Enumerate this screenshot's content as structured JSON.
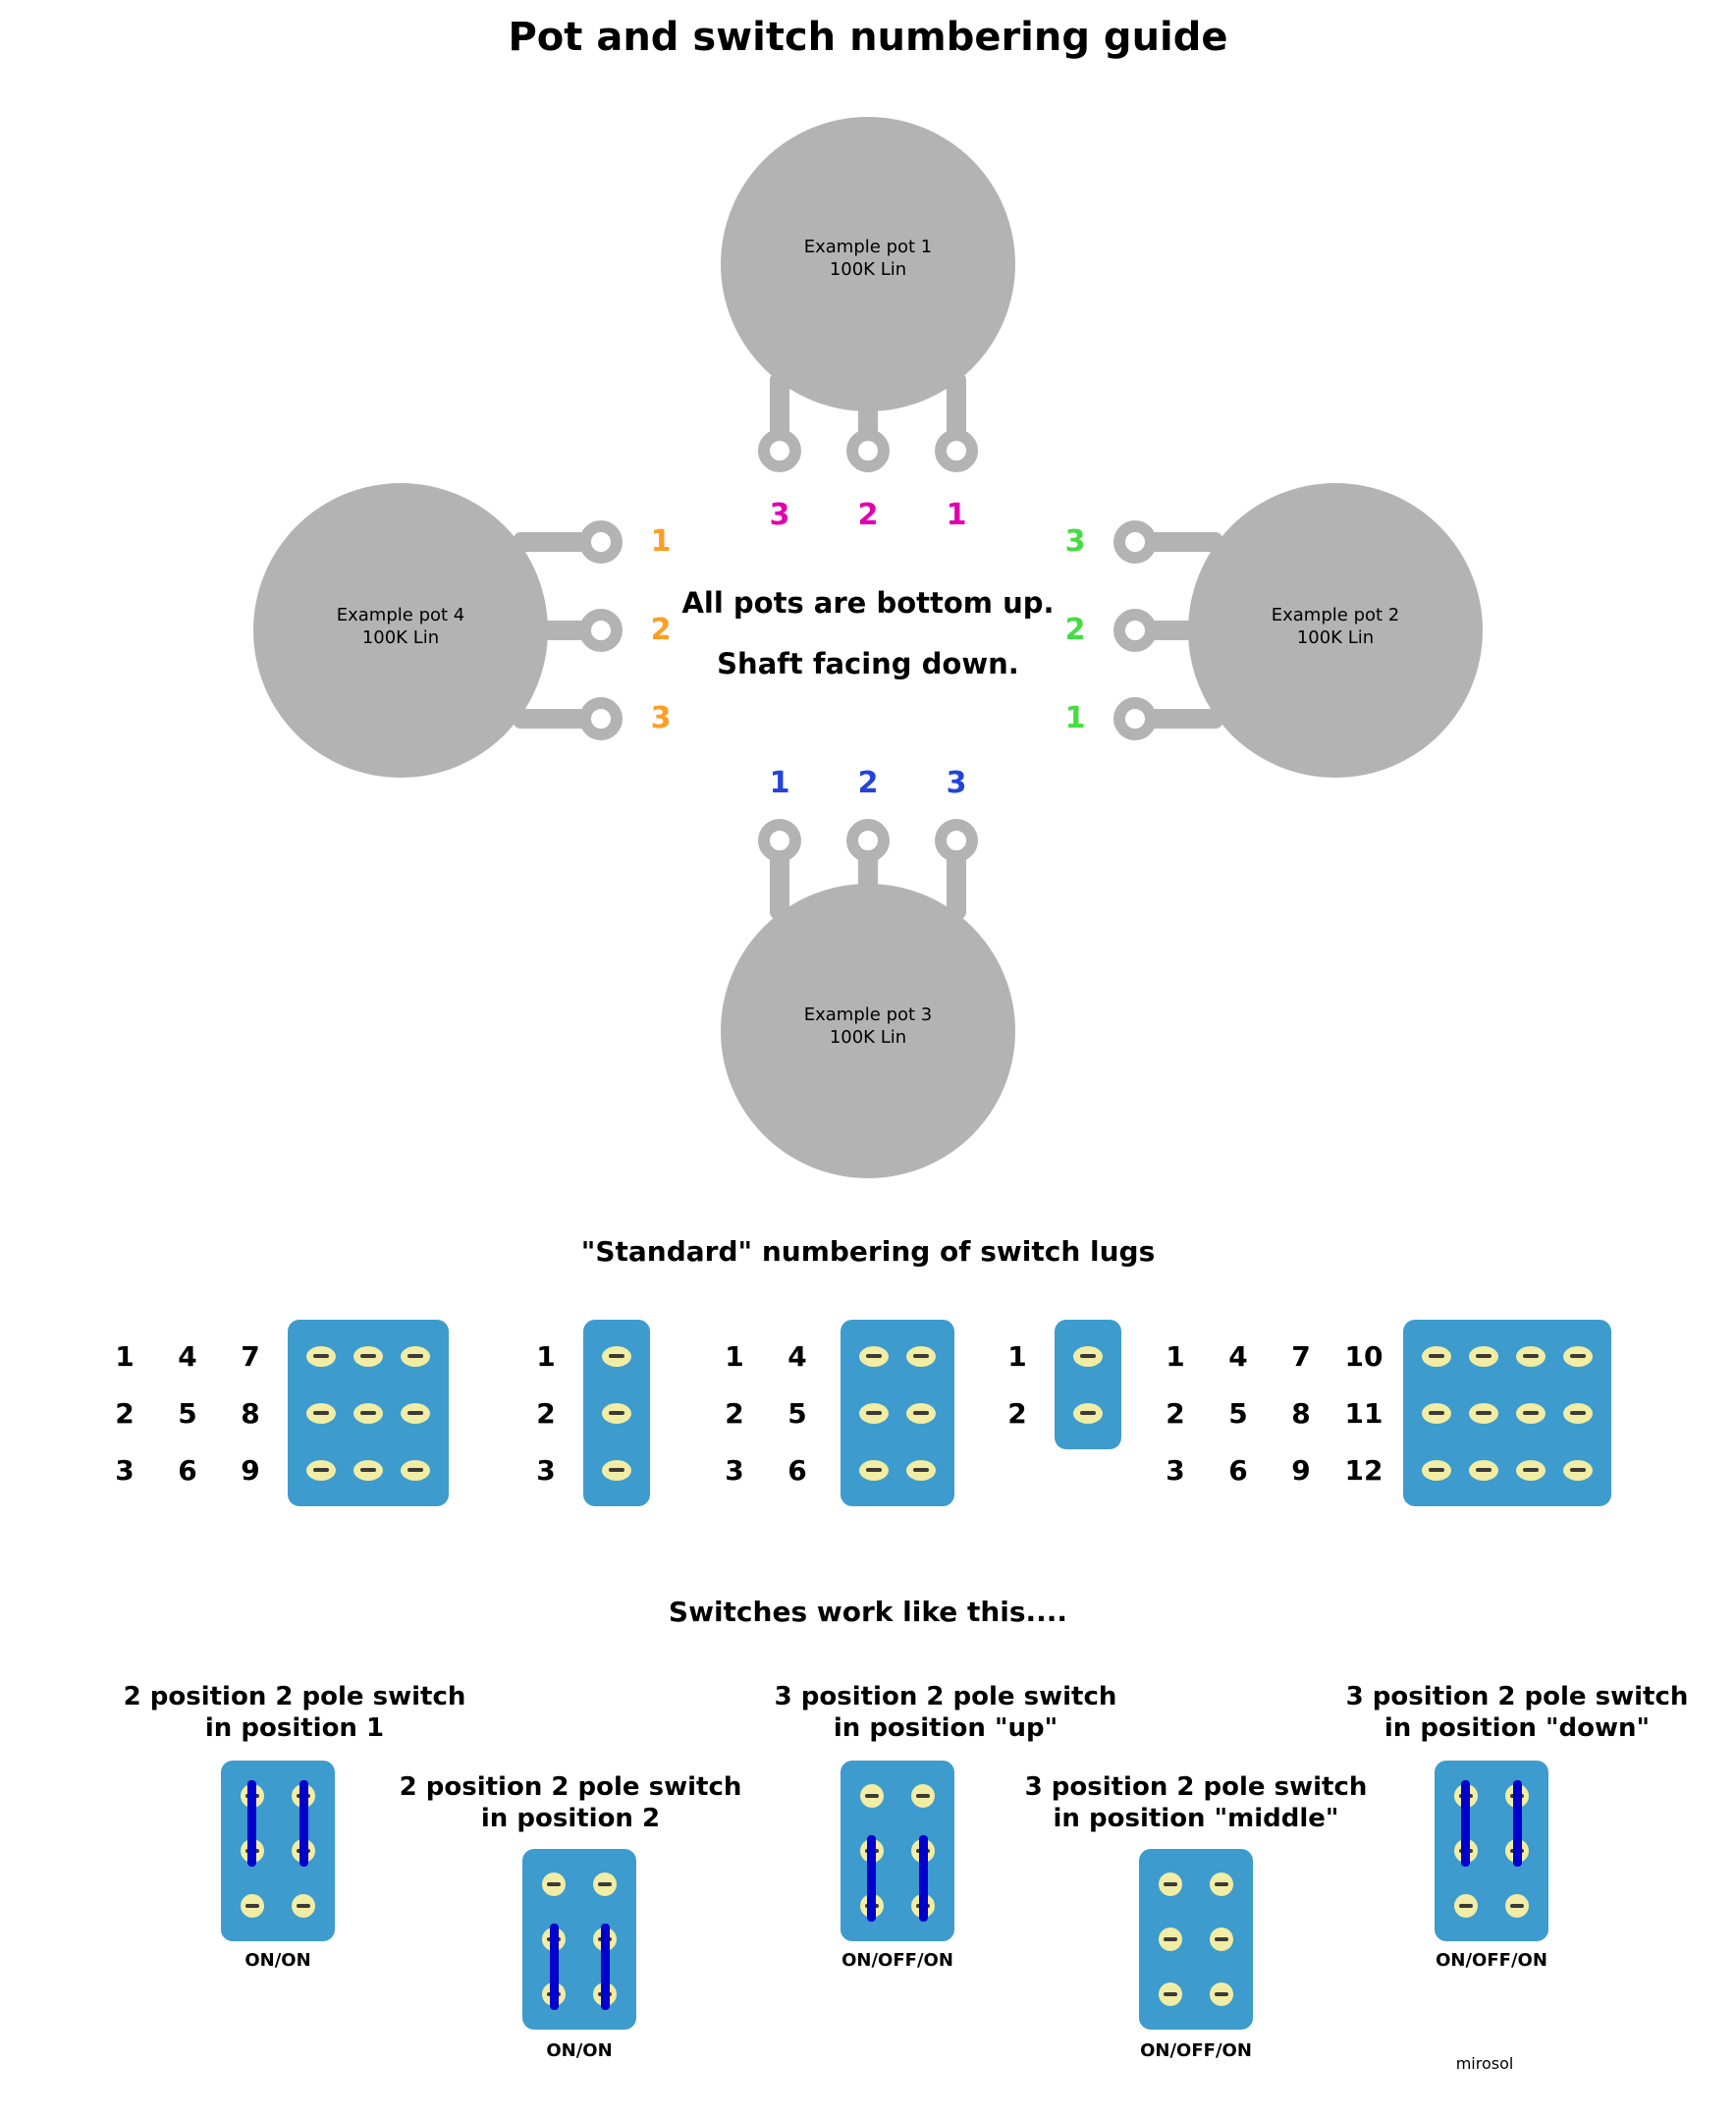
{
  "title": "Pot and switch numbering guide",
  "note": {
    "line1": "All pots are bottom up.",
    "line2": "Shaft facing down."
  },
  "pots": [
    {
      "name": "Example pot 1",
      "value": "100K Lin",
      "numbers": [
        "3",
        "2",
        "1"
      ],
      "number_color": "#e000b0",
      "lugs_face": "down"
    },
    {
      "name": "Example pot 2",
      "value": "100K Lin",
      "numbers": [
        "3",
        "2",
        "1"
      ],
      "number_color": "#44dd44",
      "lugs_face": "left"
    },
    {
      "name": "Example pot 3",
      "value": "100K Lin",
      "numbers": [
        "1",
        "2",
        "3"
      ],
      "number_color": "#2244dd",
      "lugs_face": "up"
    },
    {
      "name": "Example pot 4",
      "value": "100K Lin",
      "numbers": [
        "1",
        "2",
        "3"
      ],
      "number_color": "#ff9d23",
      "lugs_face": "right"
    }
  ],
  "standard": {
    "heading": "\"Standard\" numbering of switch lugs",
    "blocks": [
      {
        "layout": "3x3",
        "numbers": [
          [
            "1",
            "4",
            "7"
          ],
          [
            "2",
            "5",
            "8"
          ],
          [
            "3",
            "6",
            "9"
          ]
        ]
      },
      {
        "layout": "1x3",
        "numbers": [
          [
            "1"
          ],
          [
            "2"
          ],
          [
            "3"
          ]
        ]
      },
      {
        "layout": "2x3",
        "numbers": [
          [
            "1",
            "4"
          ],
          [
            "2",
            "5"
          ],
          [
            "3",
            "6"
          ]
        ]
      },
      {
        "layout": "1x2",
        "numbers": [
          [
            "1"
          ],
          [
            "2"
          ]
        ]
      },
      {
        "layout": "4x3",
        "numbers": [
          [
            "1",
            "4",
            "7",
            "10"
          ],
          [
            "2",
            "5",
            "8",
            "11"
          ],
          [
            "3",
            "6",
            "9",
            "12"
          ]
        ]
      }
    ]
  },
  "examples": {
    "heading": "Switches work like this....",
    "items": [
      {
        "title1": "2 position 2 pole switch",
        "title2": "in position 1",
        "caption": "ON/ON",
        "connected": "top"
      },
      {
        "title1": "2 position 2 pole switch",
        "title2": "in position 2",
        "caption": "ON/ON",
        "connected": "bottom"
      },
      {
        "title1": "3 position 2 pole switch",
        "title2": "in position \"up\"",
        "caption": "ON/OFF/ON",
        "connected": "bottom"
      },
      {
        "title1": "3 position 2 pole switch",
        "title2": "in position \"middle\"",
        "caption": "ON/OFF/ON",
        "connected": "none"
      },
      {
        "title1": "3 position 2 pole switch",
        "title2": "in position \"down\"",
        "caption": "ON/OFF/ON",
        "connected": "top"
      }
    ]
  },
  "credit": "mirosol",
  "colors": {
    "pot_body": "#b3b3b3",
    "switch_body": "#3d9bcd",
    "lug": "#f2eda4",
    "connection_bar": "#0000cc"
  }
}
